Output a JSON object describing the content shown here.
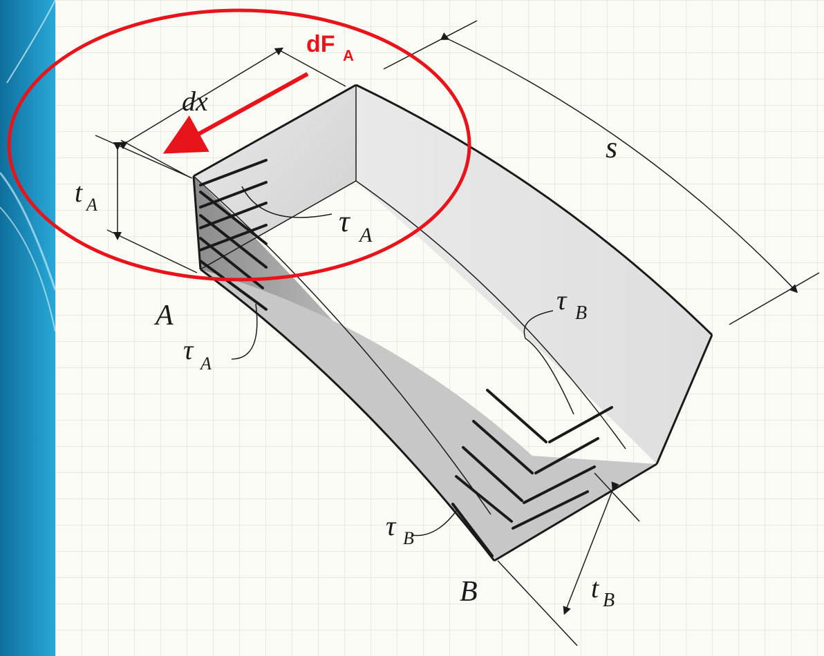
{
  "colors": {
    "background": "#fbfbf5",
    "grid": "#d6d7d2",
    "side_band": "#1c8fbf",
    "annotation": "#e8141b",
    "ink": "#1a1a1a"
  },
  "labels": {
    "dx": "dx",
    "s": "s",
    "tA_main": "t",
    "tA_sub": "A",
    "tauA_top_main": "τ",
    "tauA_top_sub": "A",
    "tauA_bottom_main": "τ",
    "tauA_bottom_sub": "A",
    "tauB_top_main": "τ",
    "tauB_top_sub": "B",
    "tauB_bottom_main": "τ",
    "tauB_bottom_sub": "B",
    "point_A": "A",
    "point_B": "B",
    "tB_main": "t",
    "tB_sub": "B"
  },
  "annotation": {
    "main": "dF",
    "sub": "A"
  }
}
